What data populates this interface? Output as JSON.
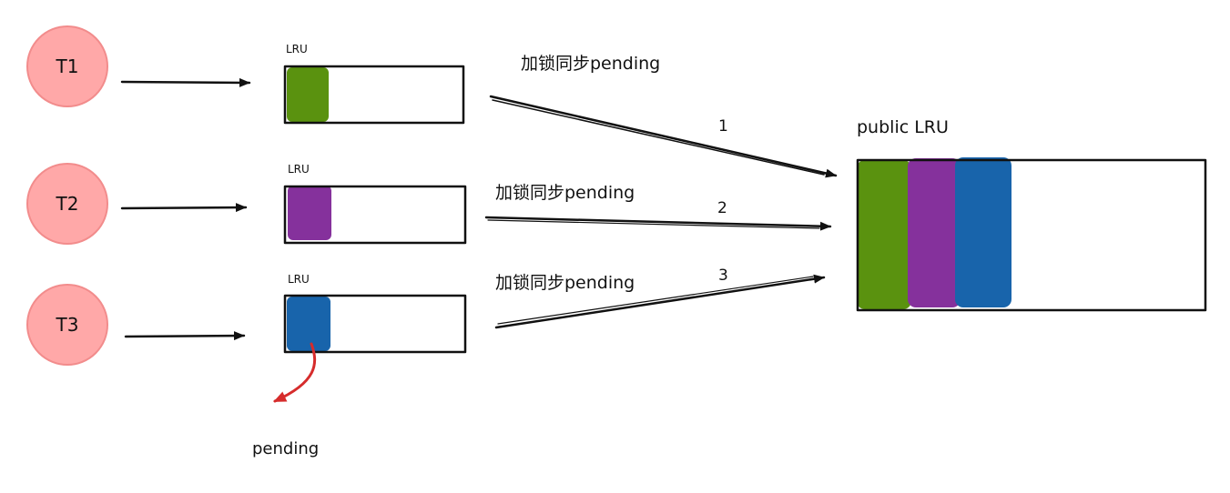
{
  "threads": [
    {
      "label": "T1"
    },
    {
      "label": "T2"
    },
    {
      "label": "T3"
    }
  ],
  "local_lru": {
    "label": "LRU"
  },
  "sync_label": "加锁同步pending",
  "steps": [
    "1",
    "2",
    "3"
  ],
  "public_lru": {
    "label": "public LRU"
  },
  "pending_label": "pending",
  "colors": {
    "thread_fill": "#ffa8a8",
    "thread_stroke": "#f28c8c",
    "t1_block": "#5a920f",
    "t2_block": "#85319c",
    "t3_block": "#1864ab",
    "pending_arrow": "#d62c2c",
    "line": "#111111"
  }
}
